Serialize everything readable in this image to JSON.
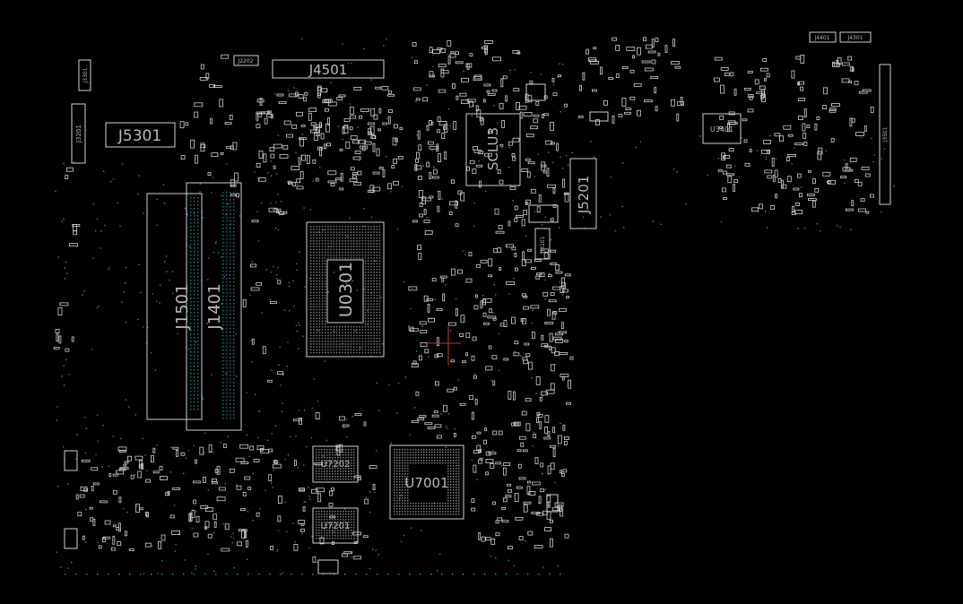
{
  "colors": {
    "background": "#000000",
    "outline": "#cfcfcf",
    "label": "#b8b8b8",
    "via": "#2e8a96",
    "marker": "#c83232"
  },
  "labels": {
    "j4501": "J4501",
    "j5301": "J5301",
    "j1501": "J1501",
    "j1401": "J1401",
    "u0301": "U0301",
    "sclu3": "SCLU3",
    "j5201": "J5201",
    "u3401": "U3401",
    "u7202": "U7202",
    "u7201": "U7201",
    "u7001": "U7001",
    "j4401": "J4401",
    "j4301": "J4301",
    "j3201": "J3201",
    "j3301": "J3301",
    "j2202": "J2202",
    "j3101": "J3101",
    "j3501": "J3501"
  }
}
